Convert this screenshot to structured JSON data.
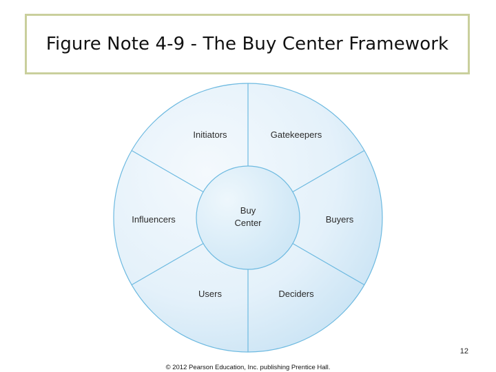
{
  "title": "Figure Note 4-9 - The Buy Center Framework",
  "diagram": {
    "center_line1": "Buy",
    "center_line2": "Center",
    "segments": {
      "initiators": "Initiators",
      "gatekeepers": "Gatekeepers",
      "buyers": "Buyers",
      "deciders": "Deciders",
      "users": "Users",
      "influencers": "Influencers"
    },
    "colors": {
      "outline": "#6cb9e0",
      "fill_light": "#f2f8fc",
      "fill_dark": "#c6e2f4",
      "text": "#2b2b2b"
    }
  },
  "footer": {
    "slide_number": "12",
    "copyright": "© 2012 Pearson Education, Inc. publishing Prentice Hall."
  }
}
